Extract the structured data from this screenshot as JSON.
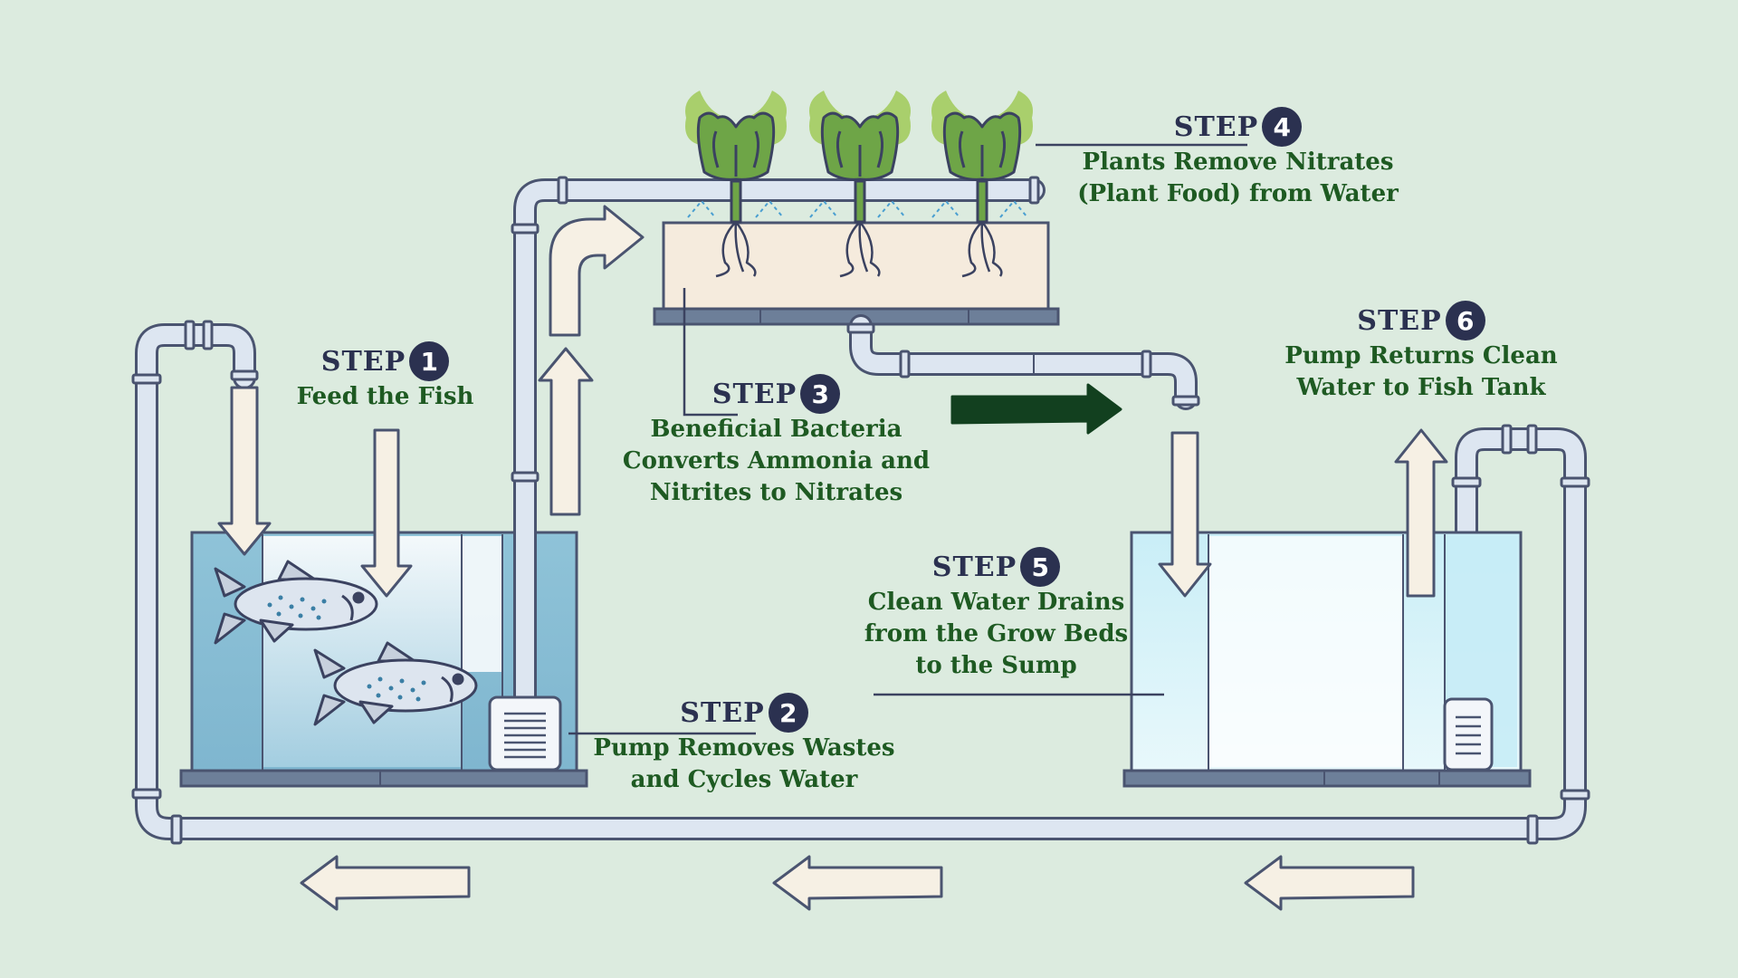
{
  "colors": {
    "background": "#dcebdf",
    "step_title": "#2b3150",
    "step_text": "#1e5a22",
    "outline": "#4a5470",
    "pipe": "#dde6f1",
    "fish_water": "#8fc3d8",
    "sump_water": "#d2f1f7",
    "grow_bed": "#f5ebdd",
    "arrow_fill": "#f6f0e4",
    "dark_arrow": "#12401f",
    "leaf_light": "#a9cf6c",
    "leaf_dark": "#6ea547",
    "stand": "#6d7f99"
  },
  "steps": [
    {
      "word": "STEP",
      "number": "1",
      "lines": [
        "Feed the Fish"
      ]
    },
    {
      "word": "STEP",
      "number": "2",
      "lines": [
        "Pump Removes Wastes",
        "and Cycles Water"
      ]
    },
    {
      "word": "STEP",
      "number": "3",
      "lines": [
        "Beneficial Bacteria",
        "Converts Ammonia and",
        "Nitrites to Nitrates"
      ]
    },
    {
      "word": "STEP",
      "number": "4",
      "lines": [
        "Plants Remove Nitrates",
        "(Plant Food) from Water"
      ]
    },
    {
      "word": "STEP",
      "number": "5",
      "lines": [
        "Clean Water Drains",
        "from the Grow Beds",
        "to the Sump"
      ]
    },
    {
      "word": "STEP",
      "number": "6",
      "lines": [
        "Pump Returns Clean",
        "Water to Fish Tank"
      ]
    }
  ],
  "scene": {
    "plants": [
      "lettuce",
      "lettuce",
      "lettuce"
    ],
    "fish": [
      "fish",
      "fish"
    ],
    "flow_direction_bottom": "left"
  }
}
